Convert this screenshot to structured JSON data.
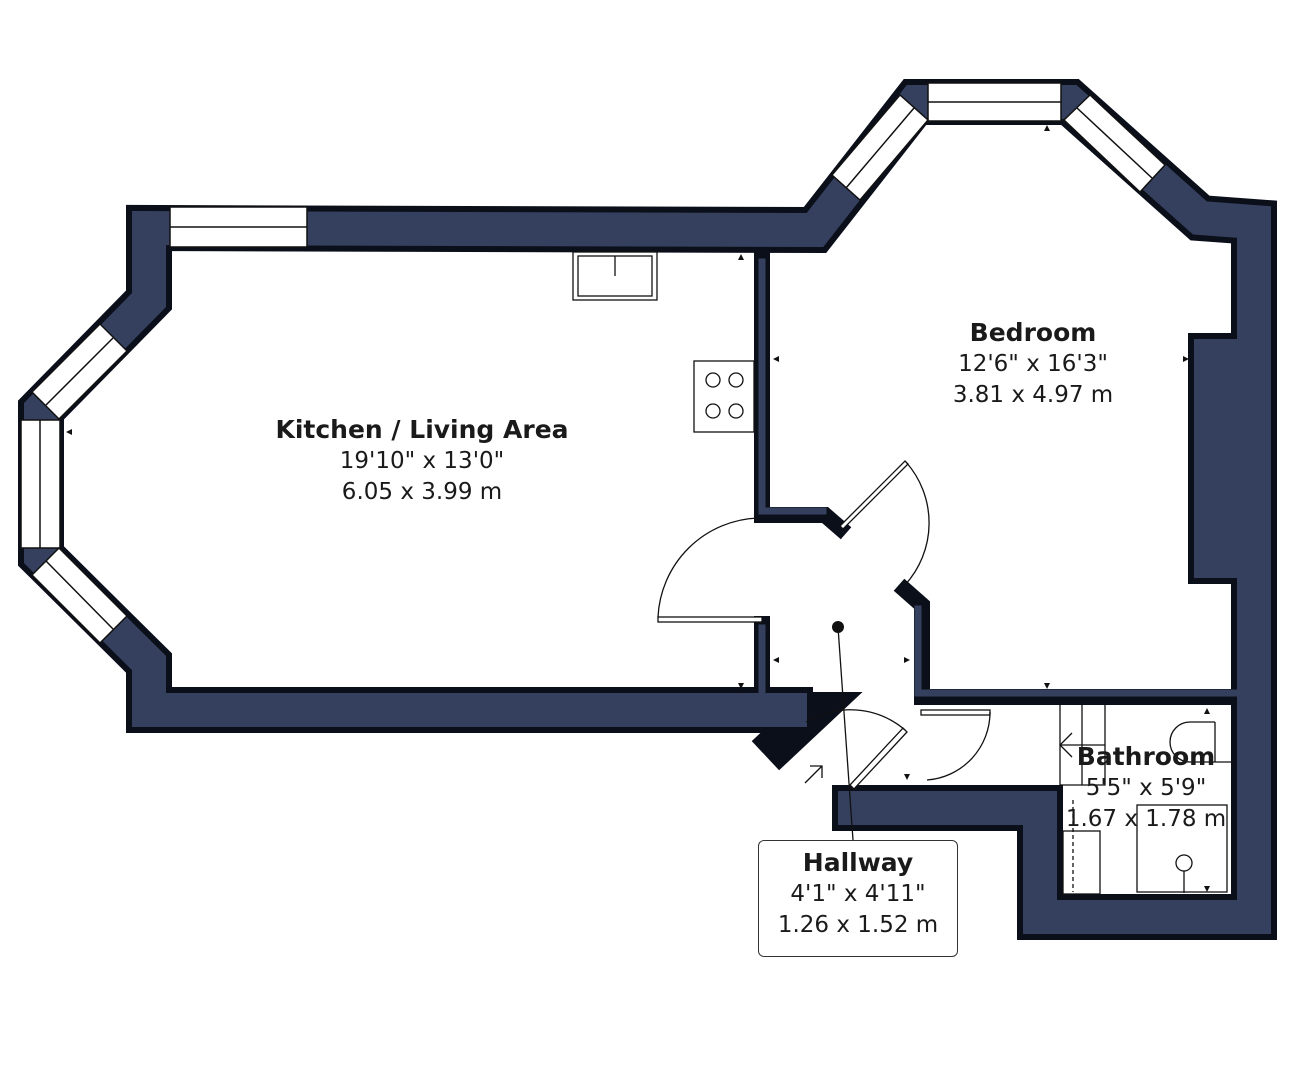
{
  "colors": {
    "wall": "#34405e",
    "wall_edge": "#0b0f1a",
    "background": "#ffffff"
  },
  "rooms": [
    {
      "name": "Kitchen / Living Area",
      "imperial": "19'10\" x 13'0\"",
      "metric": "6.05 x 3.99 m"
    },
    {
      "name": "Bedroom",
      "imperial": "12'6\" x 16'3\"",
      "metric": "3.81 x 4.97 m"
    },
    {
      "name": "Bathroom",
      "imperial": "5'5\" x 5'9\"",
      "metric": "1.67 x 1.78 m"
    },
    {
      "name": "Hallway",
      "imperial": "4'1\" x 4'11\"",
      "metric": "1.26 x 1.52 m"
    }
  ]
}
